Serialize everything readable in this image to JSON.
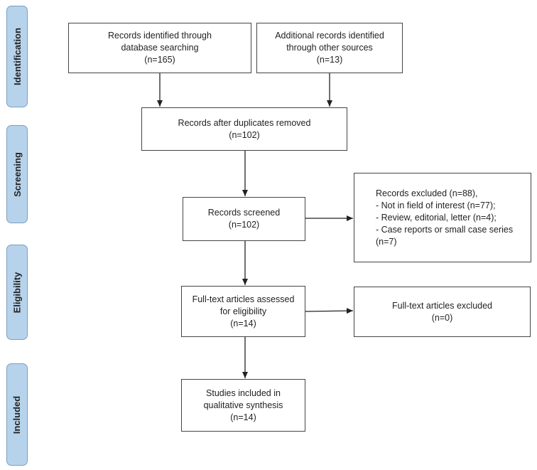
{
  "phases": [
    {
      "id": "identification",
      "label": "Identification"
    },
    {
      "id": "screening",
      "label": "Screening"
    },
    {
      "id": "eligibility",
      "label": "Eligibility"
    },
    {
      "id": "included",
      "label": "Included"
    }
  ],
  "boxes": {
    "database": {
      "lines": [
        "Records identified through",
        "database searching",
        "(n=165)"
      ]
    },
    "other_sources": {
      "lines": [
        "Additional records identified",
        "through other sources",
        "(n=13)"
      ]
    },
    "duplicates_removed": {
      "lines": [
        "Records after duplicates removed",
        "(n=102)"
      ]
    },
    "screened": {
      "lines": [
        "Records screened",
        "(n=102)"
      ]
    },
    "excluded": {
      "lines": [
        "Records excluded (n=88),",
        "- Not in field of interest (n=77);",
        "- Review, editorial, letter (n=4);",
        "- Case reports or small case series",
        "(n=7)"
      ]
    },
    "fulltext_assessed": {
      "lines": [
        "Full-text articles assessed",
        "for eligibility",
        "(n=14)"
      ]
    },
    "fulltext_excluded": {
      "lines": [
        "Full-text articles excluded",
        "(n=0)"
      ]
    },
    "included": {
      "lines": [
        "Studies included in",
        "qualitative synthesis",
        "(n=14)"
      ]
    }
  }
}
